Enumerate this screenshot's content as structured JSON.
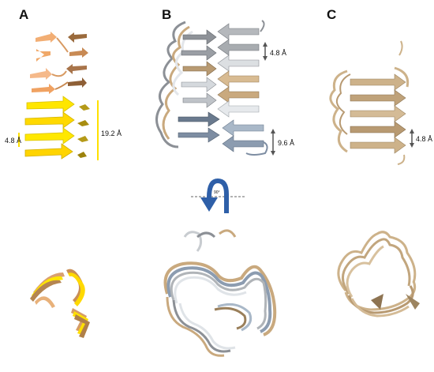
{
  "panels": {
    "a": {
      "label": "A",
      "measure_small": "4.8 Å",
      "measure_large": "19.2 Å",
      "colors": {
        "light_orange": "#f2ae74",
        "brown": "#9a6a3c",
        "yellow": "#ffe600",
        "olive": "#b59a18"
      }
    },
    "b": {
      "label": "B",
      "measure_top": "4.8 Å",
      "measure_bottom": "9.6 Å",
      "rotation_label": "90°",
      "colors": {
        "gray": "#a8acb0",
        "tan": "#c9a97e",
        "light": "#dde3e8",
        "steel": "#8c9cb0",
        "arrow_blue": "#2e5fa8"
      }
    },
    "c": {
      "label": "C",
      "measure": "4.8 Å",
      "colors": {
        "tan": "#cdb28a",
        "shadow": "#9c8460"
      }
    }
  }
}
